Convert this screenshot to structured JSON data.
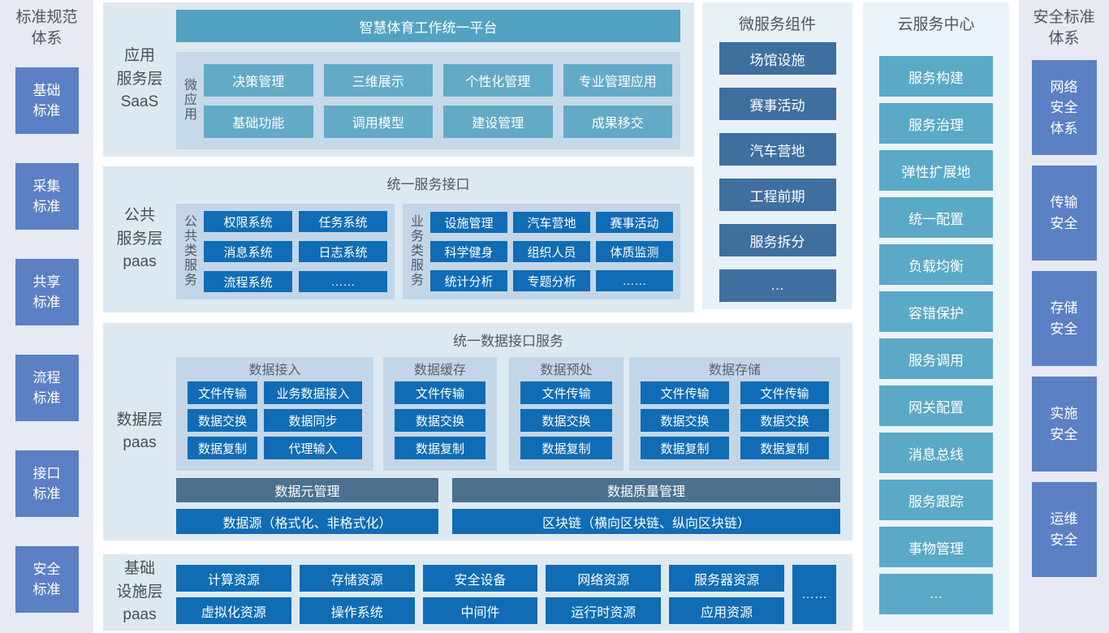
{
  "colors": {
    "dark_blue_button": "#106cb5",
    "teal_header": "#53a2c2",
    "teal_button": "#63aac6",
    "cloud_button": "#5aa9c6",
    "slate_button": "#3f6f9f",
    "slate_bar": "#4b7191",
    "sidebar_button": "#5b80c4",
    "panel_bg": "#dde9f1",
    "subpanel_bg": "#c3d6e8",
    "sidebar_bg": "#e7eaf3"
  },
  "standards_left": {
    "title": "标准规范\n体系",
    "items": [
      "基础\n标准",
      "采集\n标准",
      "共享\n标准",
      "流程\n标准",
      "接口\n标准",
      "安全\n标准"
    ]
  },
  "security_right": {
    "title": "安全标准\n体系",
    "items": [
      "网络\n安全\n体系",
      "传输\n安全",
      "存储\n安全",
      "实施\n安全",
      "运维\n安全"
    ]
  },
  "app_layer": {
    "label": "应用\n服务层\nSaaS",
    "platform_title": "智慧体育工作统一平台",
    "micro_app_label": "微应用",
    "apps": [
      "决策管理",
      "三维展示",
      "个性化管理",
      "专业管理应用",
      "基础功能",
      "调用模型",
      "建设管理",
      "成果移交"
    ]
  },
  "public_layer": {
    "label": "公共\n服务层\npaas",
    "title": "统一服务接口",
    "common_group": {
      "label": "公共类服务",
      "items": [
        "权限系统",
        "任务系统",
        "消息系统",
        "日志系统",
        "流程系统",
        "……"
      ]
    },
    "business_group": {
      "label": "业务类服务",
      "items": [
        "设施管理",
        "汽车营地",
        "赛事活动",
        "科学健身",
        "组织人员",
        "体质监测",
        "统计分析",
        "专题分析",
        "……"
      ]
    }
  },
  "data_layer": {
    "label": "数据层\npaas",
    "title": "统一数据接口服务",
    "access_group": {
      "title": "数据接入",
      "items": [
        "文件传输",
        "业务数据接入",
        "数据交换",
        "数据同步",
        "数据复制",
        "代理输入"
      ]
    },
    "cache_group": {
      "title": "数据缓存",
      "items": [
        "文件传输",
        "数据交换",
        "数据复制"
      ]
    },
    "preprocess_group": {
      "title": "数据预处",
      "items": [
        "文件传输",
        "数据交换",
        "数据复制"
      ]
    },
    "storage_group": {
      "title": "数据存储",
      "items": [
        "文件传输",
        "文件传输",
        "数据交换",
        "数据交换",
        "数据复制",
        "数据复制"
      ]
    },
    "meta_bar": "数据元管理",
    "quality_bar": "数据质量管理",
    "source_bar": "数据源（格式化、非格式化）",
    "blockchain_bar": "区块链（横向区块链、纵向区块链）"
  },
  "infra_layer": {
    "label": "基础\n设施层\npaas",
    "items": [
      "计算资源",
      "存储资源",
      "安全设备",
      "网络资源",
      "服务器资源",
      "虚拟化资源",
      "操作系统",
      "中间件",
      "运行时资源",
      "应用资源"
    ],
    "more": "……"
  },
  "microservices": {
    "title": "微服务组件",
    "items": [
      "场馆设施",
      "赛事活动",
      "汽车营地",
      "工程前期",
      "服务拆分",
      "…"
    ]
  },
  "cloud_center": {
    "title": "云服务中心",
    "items": [
      "服务构建",
      "服务治理",
      "弹性扩展地",
      "统一配置",
      "负载均衡",
      "容错保护",
      "服务调用",
      "网关配置",
      "消息总线",
      "服务跟踪",
      "事物管理",
      "…"
    ]
  }
}
